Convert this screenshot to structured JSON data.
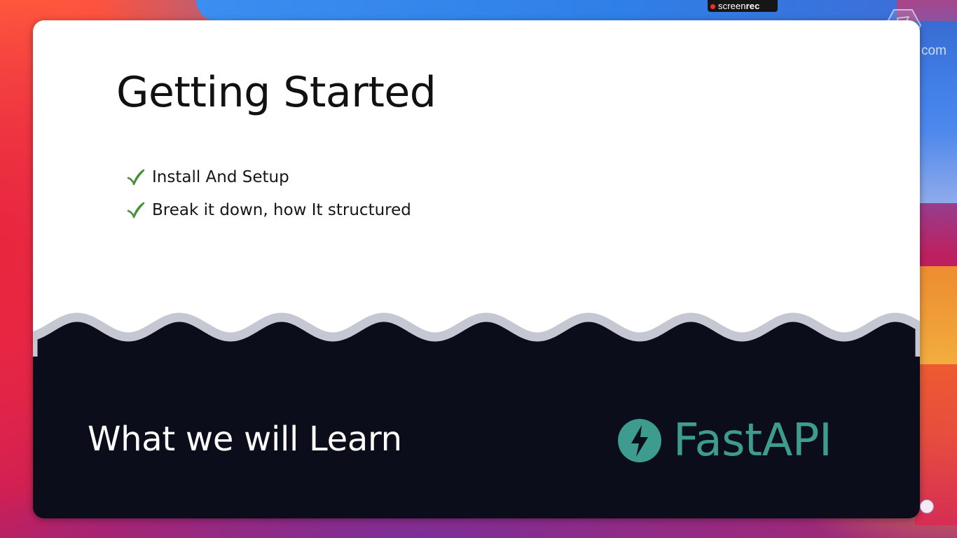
{
  "overlay": {
    "recorder": {
      "prefix": "screen",
      "suffix": "rec",
      "dot_color": "#ff2a2a"
    },
    "watermark": {
      "icon": "watermark-logo-icon",
      "text": "com"
    }
  },
  "slide": {
    "title": "Getting Started",
    "bullets": [
      {
        "icon": "check-icon",
        "text": "Install And Setup"
      },
      {
        "icon": "check-icon",
        "text": "Break it down, how It structured"
      }
    ],
    "footer_label": "What we will Learn",
    "logo": {
      "icon": "lightning-bolt-icon",
      "wordmark": "FastAPI",
      "color": "#3d9c8e"
    },
    "colors": {
      "top_background": "#ffffff",
      "bottom_background": "#0b0e1a",
      "wave_border": "#c5c7d3",
      "check": "#4d8f3c"
    }
  }
}
